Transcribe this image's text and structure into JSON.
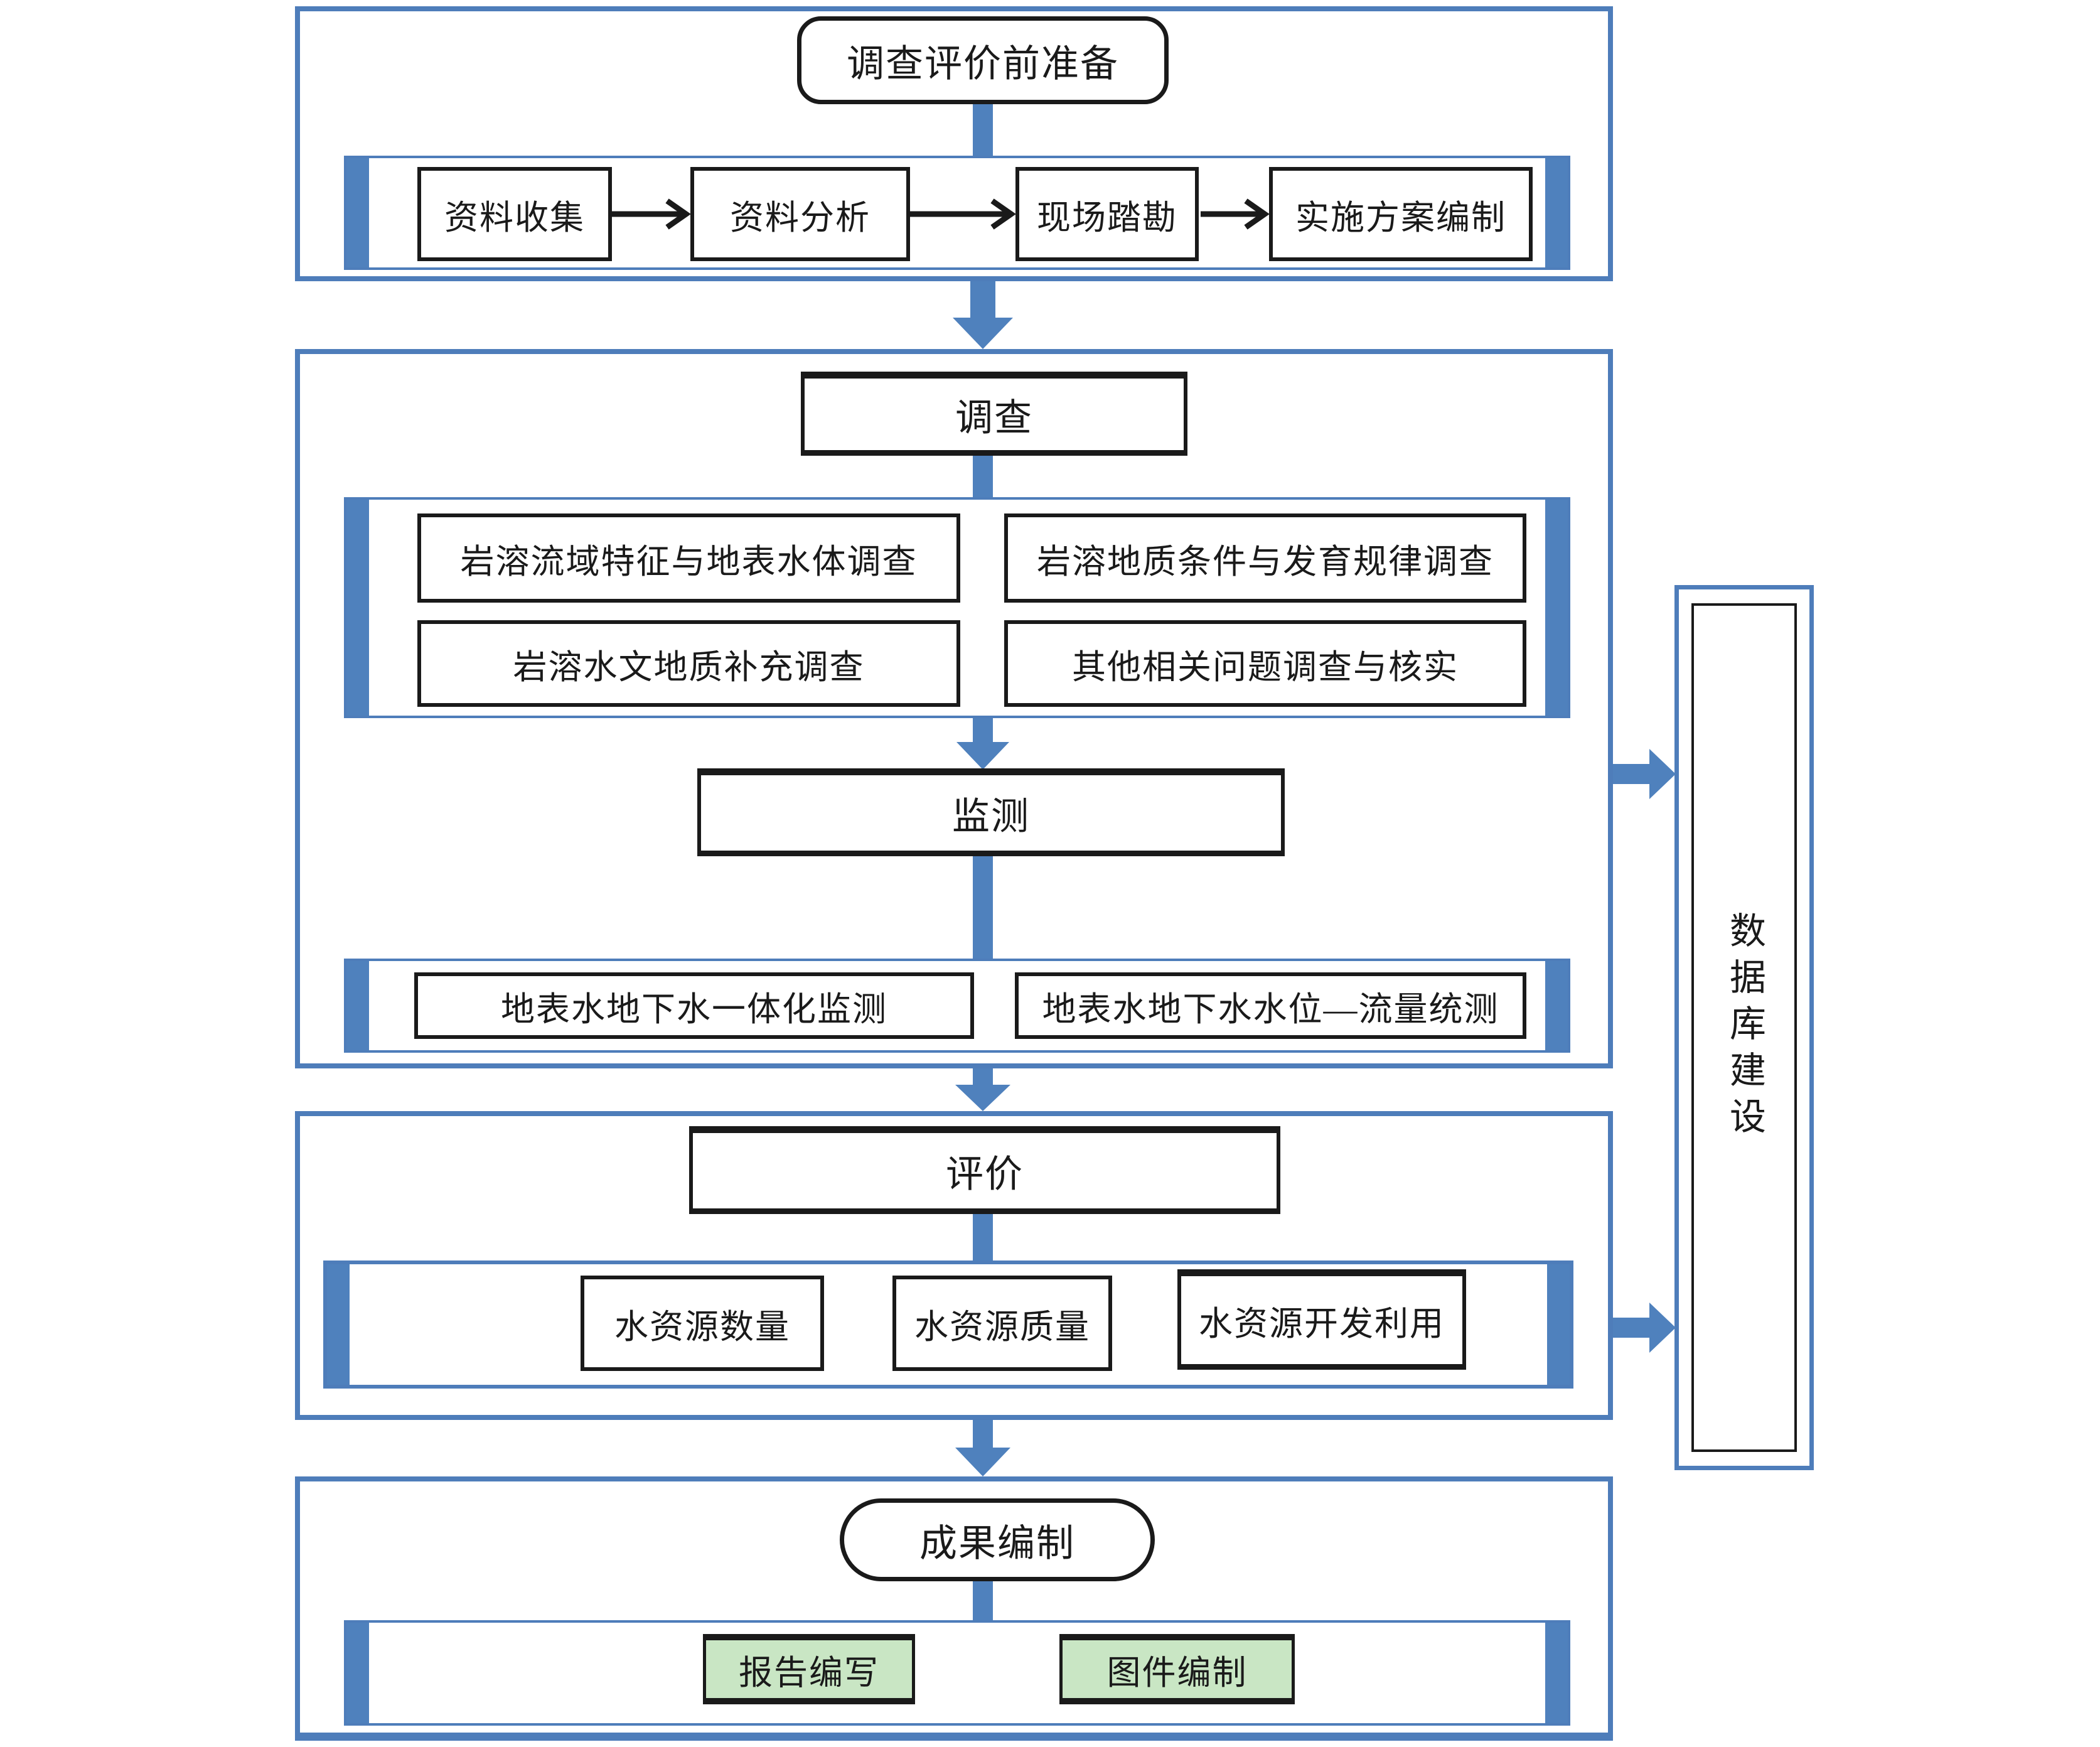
{
  "colors": {
    "section_border": "#4e7dba",
    "connector_blue": "#4f81bd",
    "box_border": "#1a1a1a",
    "green_fill": "#c9e6c4",
    "background": "#ffffff"
  },
  "preparation": {
    "title": "调查评价前准备",
    "steps": [
      "资料收集",
      "资料分析",
      "现场踏勘",
      "实施方案编制"
    ]
  },
  "survey": {
    "title": "调查",
    "items": [
      "岩溶流域特征与地表水体调查",
      "岩溶地质条件与发育规律调查",
      "岩溶水文地质补充调查",
      "其他相关问题调查与核实"
    ]
  },
  "monitoring": {
    "title": "监测",
    "items": [
      "地表水地下水一体化监测",
      "地表水地下水水位—流量统测"
    ]
  },
  "evaluation": {
    "title": "评价",
    "items": [
      "水资源数量",
      "水资源质量",
      "水资源开发利用"
    ]
  },
  "results": {
    "title": "成果编制",
    "items": [
      "报告编写",
      "图件编制"
    ]
  },
  "database": {
    "title": "数据库建设"
  }
}
